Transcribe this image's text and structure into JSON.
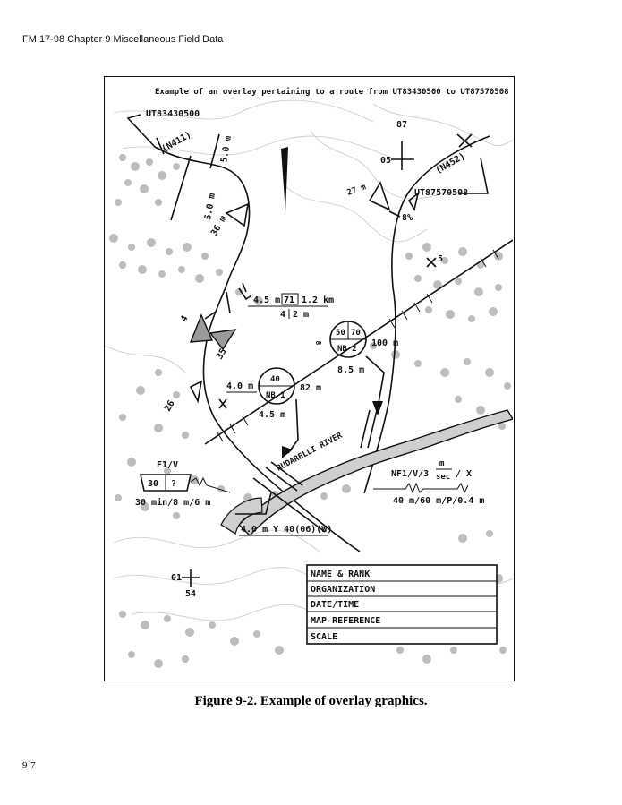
{
  "header": {
    "running_title": "FM 17-98 Chapter 9 Miscellaneous Field Data"
  },
  "figure": {
    "overlay_title": "Example of an overlay pertaining to a route from UT83430500 to UT87570508",
    "start_grid": "UT83430500",
    "end_grid": "UT87570508",
    "labels": {
      "n411": "(N411)",
      "n452": "(N452)",
      "width_top": "5.0 m",
      "width_left": "5.0 m",
      "slope_36": "36 m",
      "slope_27": "27 m",
      "grade": "8%",
      "grid_87": "87",
      "grid_05": "05",
      "grid_01": "01",
      "grid_54": "54",
      "obs_5": "5",
      "tunnel_a": "4.5 m",
      "tunnel_b": "71",
      "tunnel_c": "1.2 km",
      "tunnel_d": "4",
      "tunnel_e": "2 m",
      "bridge2_top_left": "50",
      "bridge2_top_right": "70",
      "bridge2_bottom": "NB 2",
      "bridge2_len": "100 m",
      "bridge2_clear": "8.5 m",
      "bridge1_top": "40",
      "bridge1_bottom": "NB 1",
      "bridge1_width": "4.0 m",
      "bridge1_len": "82 m",
      "bridge1_clear": "4.5 m",
      "infinity": "∞",
      "angle_4": "4",
      "angle_35": "35",
      "angle_26": "26",
      "river": "RUDARELLI RIVER",
      "ford_left_code": "F1/V",
      "ford_left_a": "30",
      "ford_left_b": "?",
      "ford_left_note": "30 min/8 m/6 m",
      "ford_right_code": "NF1/V/3",
      "ford_right_frac_top": "m",
      "ford_right_frac_bottom": "sec",
      "ford_right_tail": "/ X",
      "ford_right_note": "40 m/60 m/P/0.4 m",
      "ferry_note": "4.0 m Y 40(06)(W)"
    },
    "title_block": [
      "NAME & RANK",
      "ORGANIZATION",
      "DATE/TIME",
      "MAP REFERENCE",
      "SCALE"
    ]
  },
  "caption": "Figure 9-2. Example of overlay graphics.",
  "page_number": "9-7"
}
